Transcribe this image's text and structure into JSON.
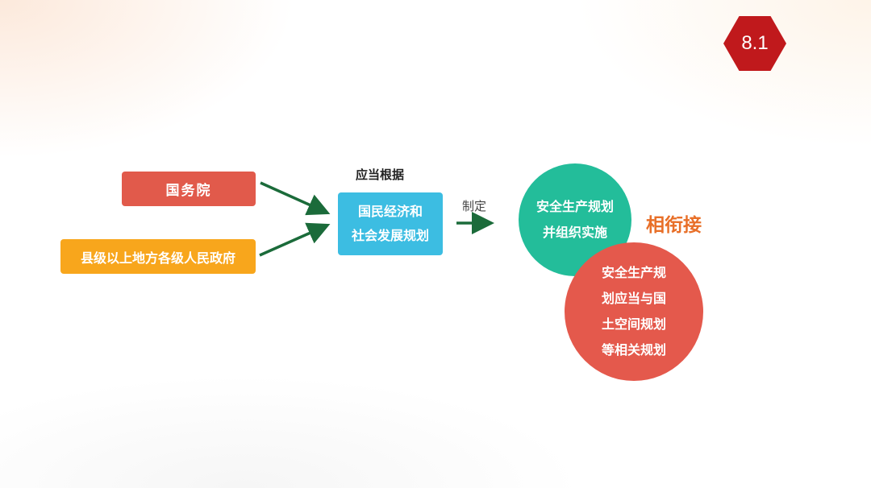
{
  "badge": {
    "text": "8.1",
    "color": "#c0191c"
  },
  "sources": {
    "state_council": {
      "label": "国务院",
      "color": "#e15a4b"
    },
    "local_government": {
      "label": "县级以上地方各级人民政府",
      "color": "#f8a61c"
    }
  },
  "basis_label": "应当根据",
  "national_plan": {
    "line1": "国民经济和",
    "line2": "社会发展规划",
    "color": "#3cbde2"
  },
  "make_label": "制定",
  "safety_plan": {
    "line1": "安全生产规划",
    "line2": "并组织实施",
    "color": "#23bd9a"
  },
  "link_label": "相衔接",
  "coordination": {
    "lines": [
      "安全生产规",
      "划应当与国",
      "土空间规划",
      "等相关规划"
    ],
    "color": "#e4594c"
  },
  "arrow_color": "#1b6b3a"
}
